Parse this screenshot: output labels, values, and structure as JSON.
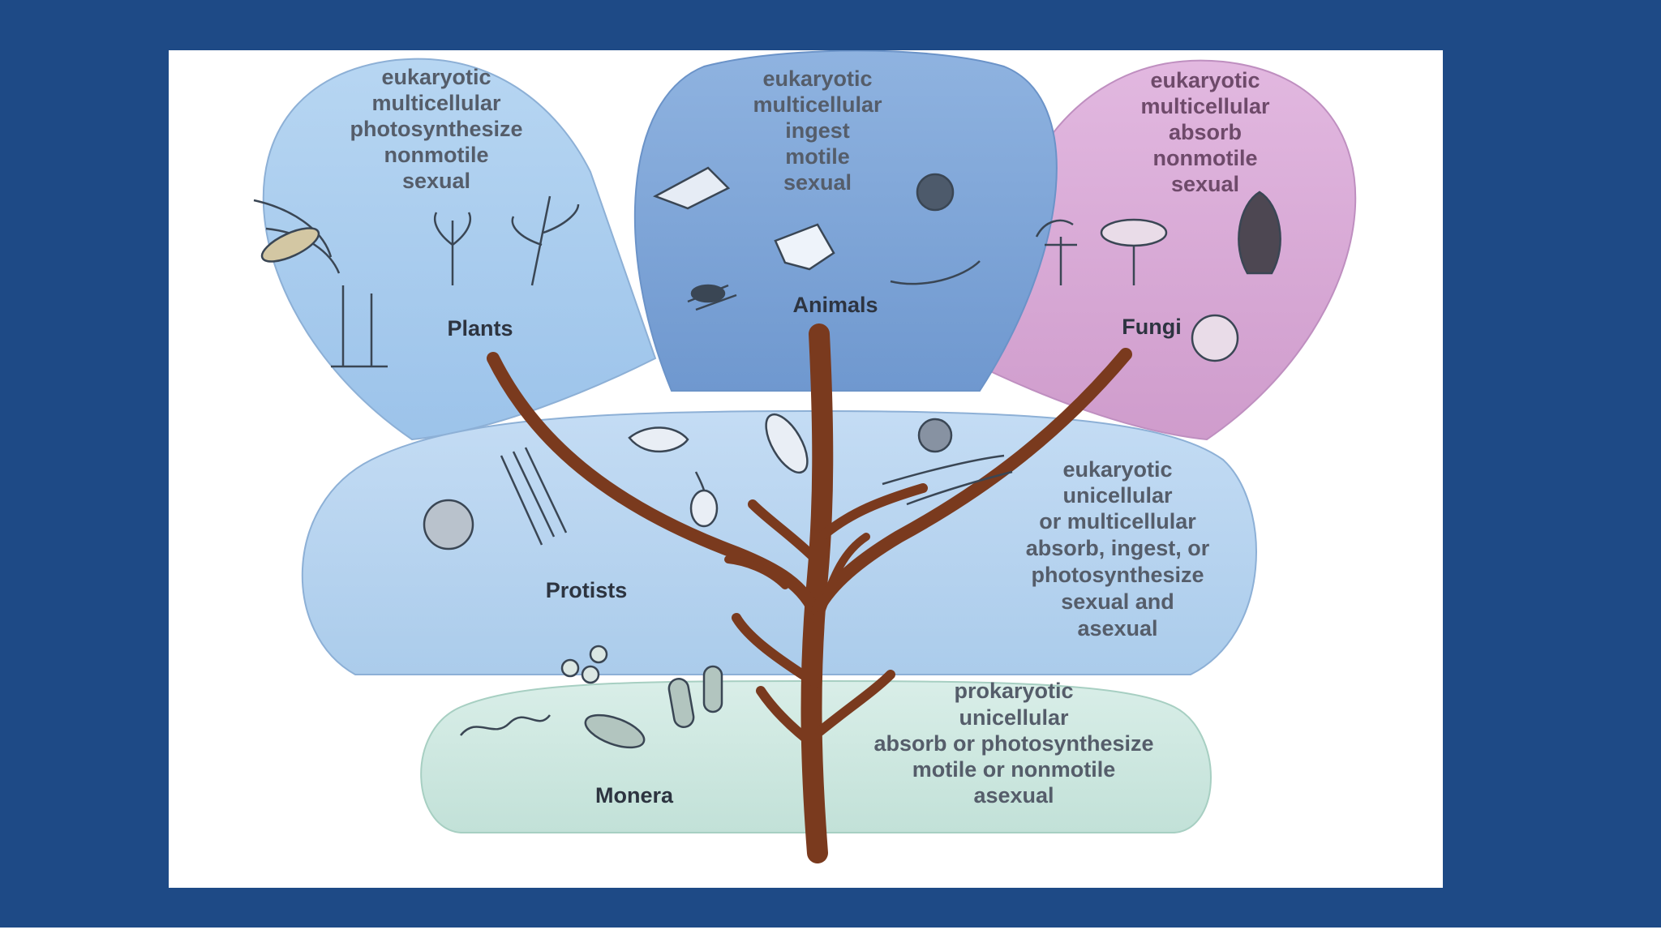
{
  "slide": {
    "title": ""
  },
  "kingdoms": {
    "plants": {
      "name": "Plants",
      "traits": [
        "eukaryotic",
        "multicellular",
        "photosynthesize",
        "nonmotile",
        "sexual"
      ]
    },
    "animals": {
      "name": "Animals",
      "traits": [
        "eukaryotic",
        "multicellular",
        "ingest",
        "motile",
        "sexual"
      ]
    },
    "fungi": {
      "name": "Fungi",
      "traits": [
        "eukaryotic",
        "multicellular",
        "absorb",
        "nonmotile",
        "sexual"
      ]
    },
    "protists": {
      "name": "Protists",
      "traits": [
        "eukaryotic",
        "unicellular",
        "or multicellular",
        "absorb, ingest, or",
        "photosynthesize",
        "sexual and",
        "asexual"
      ]
    },
    "monera": {
      "name": "Monera",
      "traits": [
        "prokaryotic",
        "unicellular",
        "absorb or photosynthesize",
        "motile or nonmotile",
        "asexual"
      ]
    }
  },
  "colors": {
    "slide_background": "#1e4a86",
    "plants_fill": "#a9ccee",
    "animals_fill": "#7fa7d8",
    "fungi_fill": "#d8a8d6",
    "protists_fill": "#b8d5f0",
    "monera_fill": "#cfe8e2",
    "tree_trunk": "#7a3a1e"
  }
}
